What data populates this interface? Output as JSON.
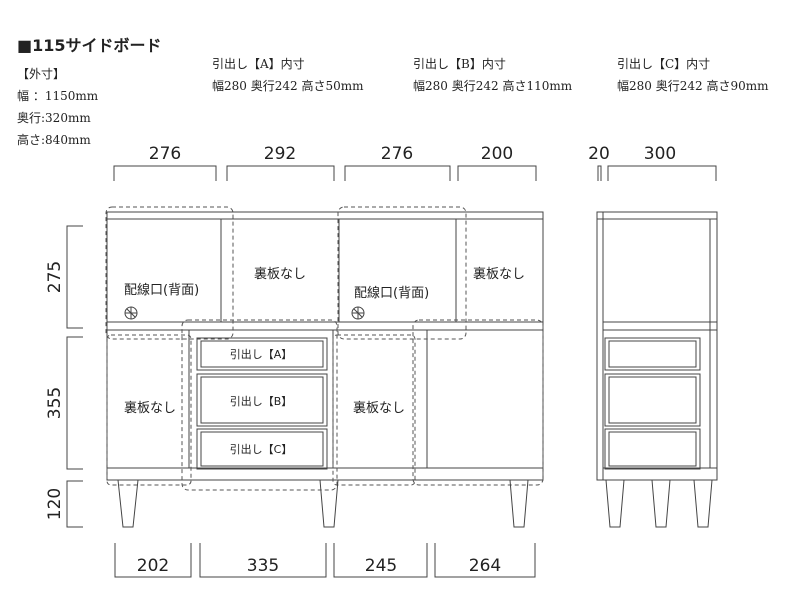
{
  "title": "■115サイドボード",
  "outer": {
    "heading": "【外寸】",
    "width": "幅 ：1150mm",
    "depth": "奥行:320mm",
    "height": "高さ:840mm"
  },
  "drawers": [
    {
      "label": "引出し【A】内寸",
      "size": "幅280 奥行242 高さ50mm"
    },
    {
      "label": "引出し【B】内寸",
      "size": "幅280 奥行242 高さ110mm"
    },
    {
      "label": "引出し【C】内寸",
      "size": "幅280 奥行242 高さ90mm"
    }
  ],
  "top_dims": [
    "276",
    "292",
    "276",
    "200"
  ],
  "side_top_dims": [
    "20",
    "300"
  ],
  "left_dims": [
    "275",
    "355",
    "120"
  ],
  "bottom_dims": [
    "202",
    "335",
    "245",
    "264"
  ],
  "labels": {
    "cable_port_1": "配線口(背面)",
    "cable_port_2": "配線口(背面)",
    "no_back_1": "裏板なし",
    "no_back_2": "裏板なし",
    "no_back_3": "裏板なし",
    "no_back_4": "裏板なし",
    "drawer_a": "引出し【A】",
    "drawer_b": "引出し【B】",
    "drawer_c": "引出し【C】"
  }
}
